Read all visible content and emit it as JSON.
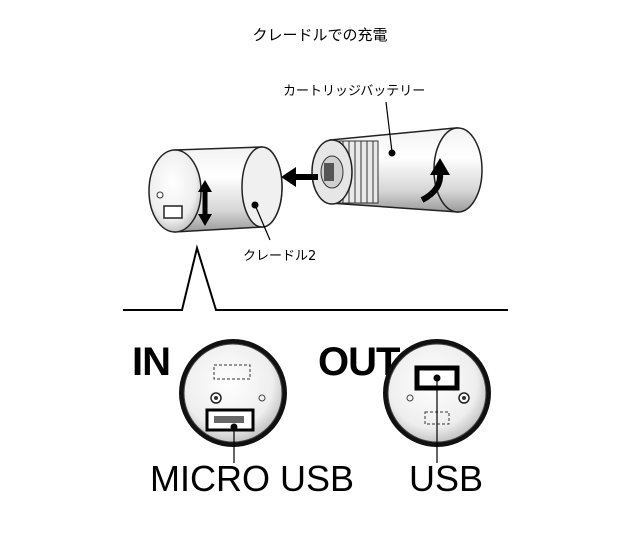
{
  "title": "クレードルでの充電",
  "labels": {
    "cartridge_battery": "カートリッジバッテリー",
    "cradle": "クレードル2"
  },
  "ports": {
    "in_label": "IN",
    "out_label": "OUT",
    "in_port": "MICRO USB",
    "out_port": "USB"
  }
}
